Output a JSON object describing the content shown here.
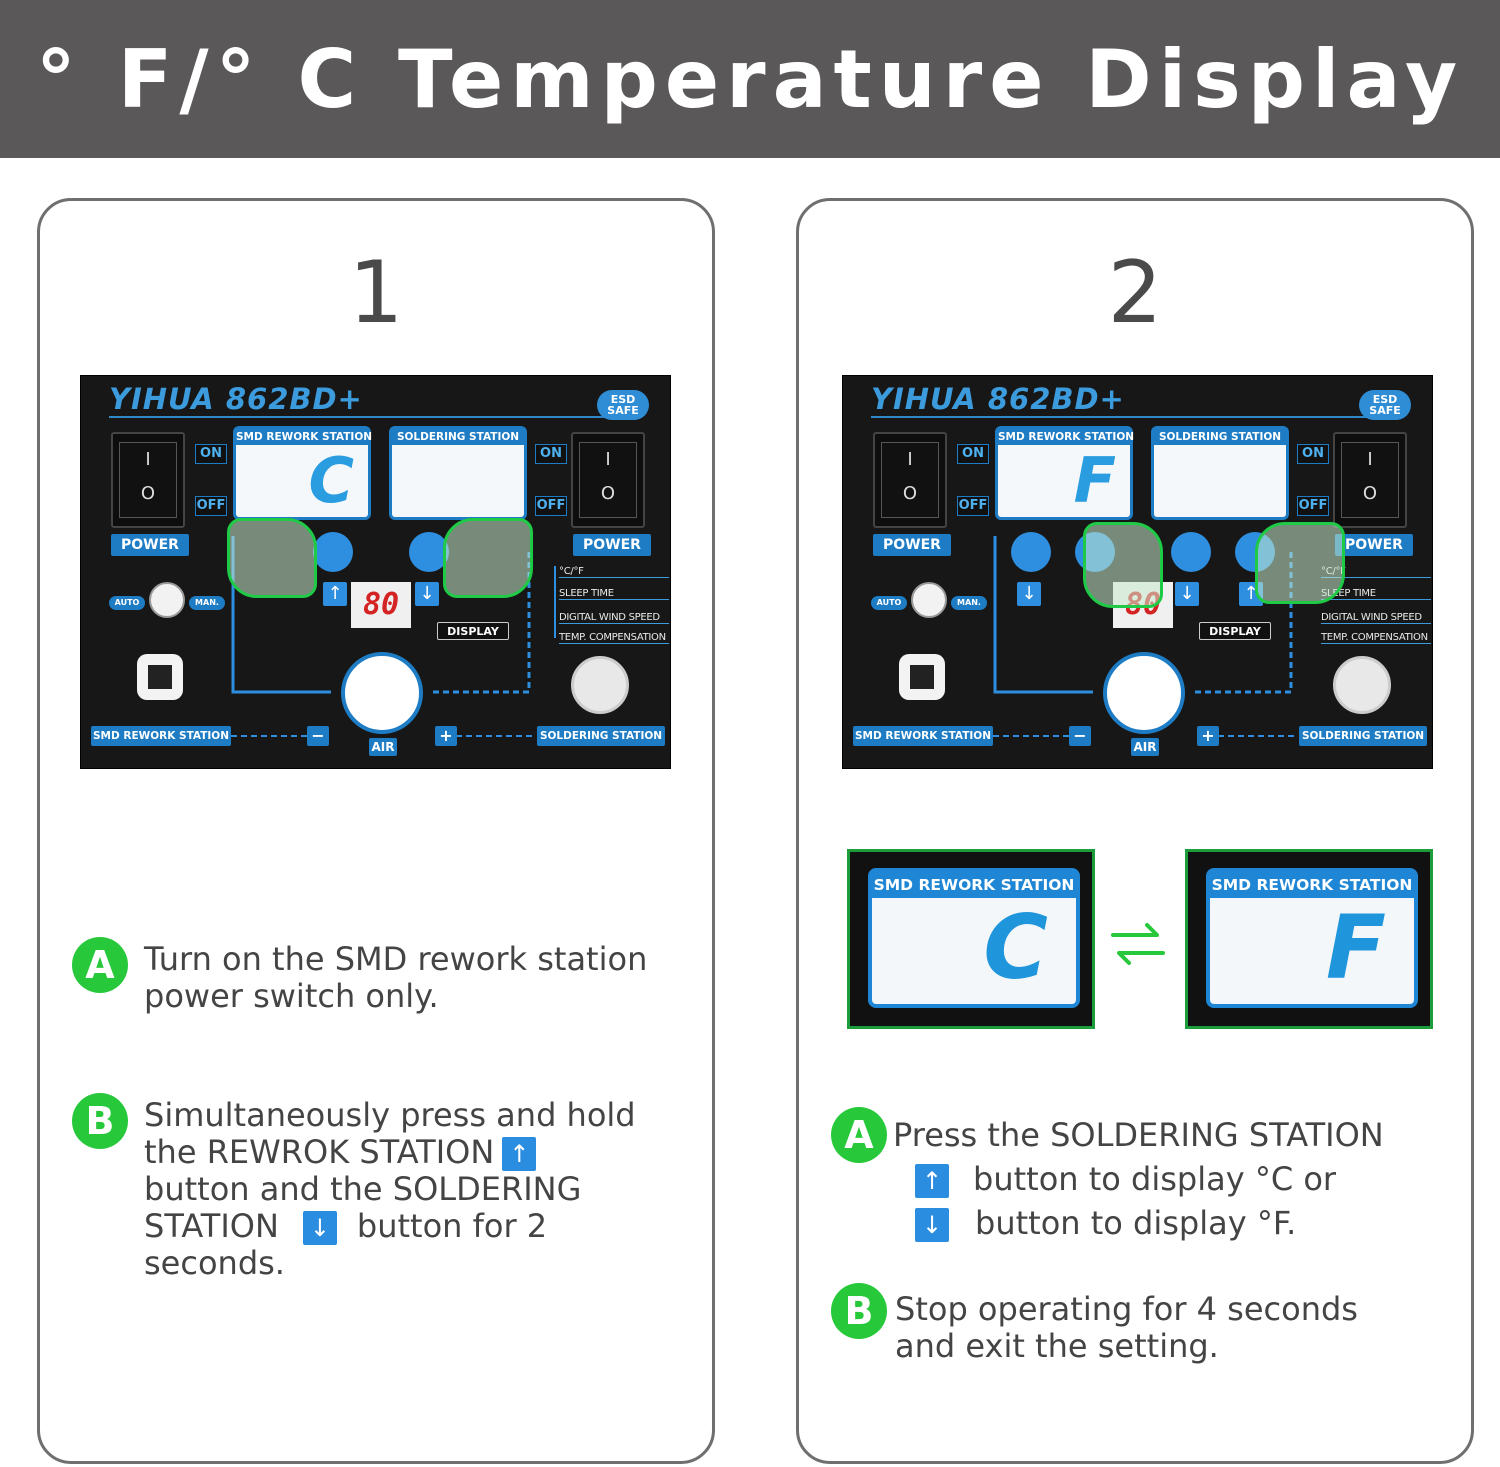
{
  "banner": {
    "title": "° F/° C Temperature Display"
  },
  "panel": {
    "brand": "YIHUA 862BD+",
    "esd": "ESD SAFE",
    "smd_label": "SMD REWORK STATION",
    "soldering_label": "SOLDERING STATION",
    "on": "ON",
    "off": "OFF",
    "power": "POWER",
    "rocker_on": "I",
    "rocker_off": "O",
    "auto": "AUTO",
    "man": "MAN.",
    "segment": "80",
    "display": "DISPLAY",
    "menu": [
      "°C/°F",
      "SLEEP TIME",
      "DIGITAL WIND SPEED",
      "TEMP. COMPENSATION"
    ],
    "air": "AIR",
    "minus": "−",
    "plus": "+"
  },
  "card1": {
    "number": "1",
    "lcd_glyph": "C",
    "a_badge": "A",
    "a_lines": [
      "Turn on the SMD rework station",
      "power switch only."
    ],
    "b_badge": "B",
    "b_line1": "Simultaneously press and hold",
    "b_line2": "the REWROK STATION",
    "b_line3": "button and the SOLDERING",
    "b_line4a": "STATION",
    "b_line4b": "button for 2",
    "b_line5": "seconds."
  },
  "card2": {
    "number": "2",
    "lcd_glyph": "F",
    "mini_left_glyph": "C",
    "mini_right_glyph": "F",
    "a_badge": "A",
    "a_line1": "Press the SOLDERING STATION",
    "a_line2": "button to display °C or",
    "a_line3": "button to display °F.",
    "b_badge": "B",
    "b_lines": [
      "Stop operating for 4 seconds",
      "and exit the setting."
    ]
  },
  "icons": {
    "up": "arrow-up-icon",
    "down": "arrow-down-icon",
    "swap": "swap-arrows-icon",
    "hand": "pointing-hand-icon"
  },
  "colors": {
    "banner": "#5b5859",
    "accent_blue": "#1e7cc4",
    "badge_green": "#27c83a",
    "panel_bg": "#171717",
    "segment_red": "#d42323"
  }
}
